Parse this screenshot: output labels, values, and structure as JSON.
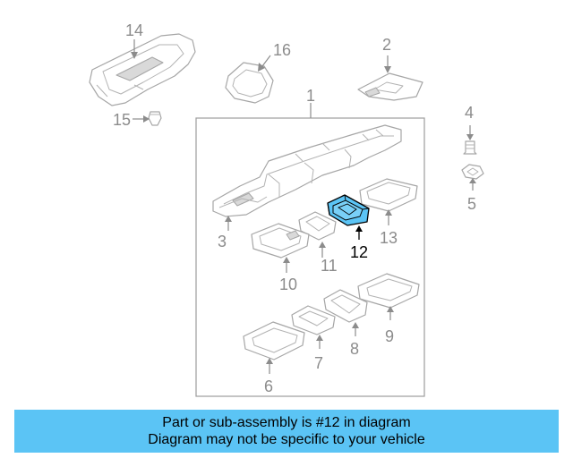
{
  "callouts": {
    "n1": "1",
    "n2": "2",
    "n3": "3",
    "n4": "4",
    "n5": "5",
    "n6": "6",
    "n7": "7",
    "n8": "8",
    "n9": "9",
    "n10": "10",
    "n11": "11",
    "n12": "12",
    "n13": "13",
    "n14": "14",
    "n15": "15",
    "n16": "16"
  },
  "banner": {
    "line1": "Part or sub-assembly is #12 in diagram",
    "line2": "Diagram may not be specific to your vehicle"
  },
  "colors": {
    "banner_bg": "#5bc4f5",
    "highlight_part": "#5bc4f5",
    "line_art": "#a6a6a6",
    "callout_text": "#8c8c8c"
  }
}
